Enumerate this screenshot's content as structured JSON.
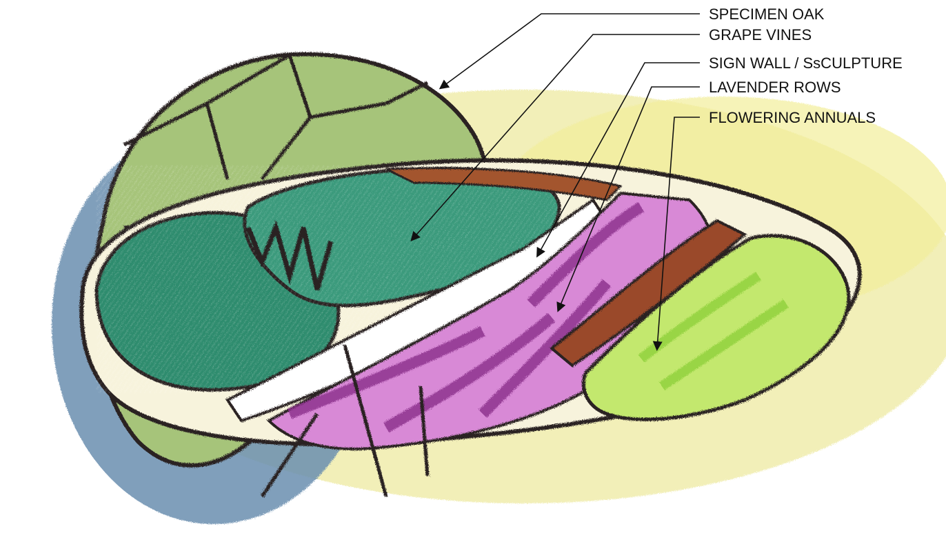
{
  "diagram": {
    "labels": [
      {
        "id": "specimen-oak",
        "text": "SPECIMEN OAK"
      },
      {
        "id": "grape-vines",
        "text": "GRAPE VINES"
      },
      {
        "id": "sign-wall",
        "text": "SIGN WALL / SsCULPTURE"
      },
      {
        "id": "lavender-rows",
        "text": "LAVENDER ROWS"
      },
      {
        "id": "flowering-annuals",
        "text": "FLOWERING ANNUALS"
      }
    ],
    "colors": {
      "oak_canopy": "#8fb36a",
      "oak_shadow": "#5f86a8",
      "grape_vines": "#2e8a6a",
      "lavender": "#c86bc4",
      "lavender_dark": "#8a2f8a",
      "sign_wall": "#ffffff",
      "soil_band": "#9a4a2a",
      "annuals": "#b7e05a",
      "grass_wash": "#e6e27a",
      "outline": "#2a2222"
    }
  }
}
